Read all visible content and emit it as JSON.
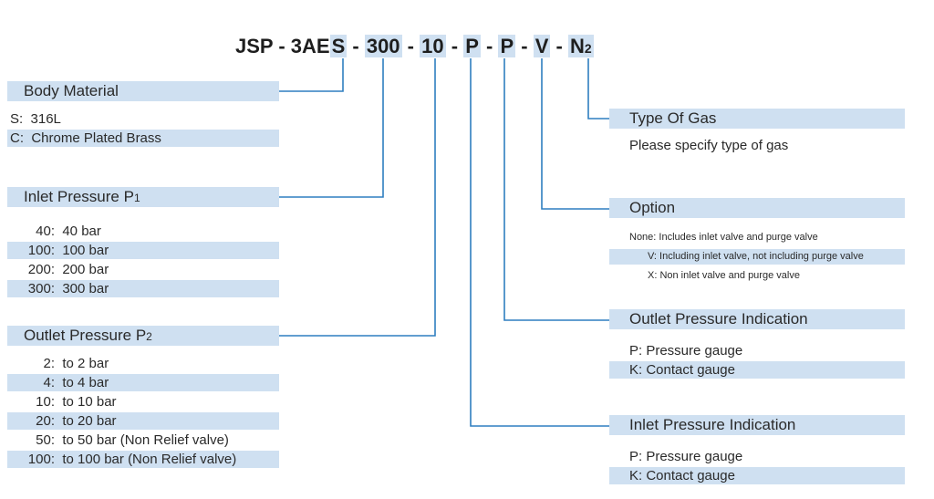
{
  "model_code": {
    "prefix": "JSP",
    "dash": "-",
    "segments": [
      "3AE",
      "S",
      "300",
      "10",
      "P",
      "P",
      "V",
      "N",
      "2"
    ]
  },
  "sections": {
    "body_material": {
      "title": "Body Material",
      "options": [
        {
          "key": "S:",
          "value": "316L"
        },
        {
          "key": "C:",
          "value": "Chrome Plated Brass"
        }
      ]
    },
    "inlet_pressure": {
      "title": "Inlet Pressure P",
      "title_sub": "1",
      "options": [
        {
          "key": "40:",
          "value": "40 bar"
        },
        {
          "key": "100:",
          "value": "100 bar"
        },
        {
          "key": "200:",
          "value": "200 bar"
        },
        {
          "key": "300:",
          "value": "300 bar"
        }
      ]
    },
    "outlet_pressure": {
      "title": "Outlet Pressure P",
      "title_sub": "2",
      "options": [
        {
          "key": "2:",
          "value": "to 2 bar"
        },
        {
          "key": "4:",
          "value": "to 4 bar"
        },
        {
          "key": "10:",
          "value": "to 10 bar"
        },
        {
          "key": "20:",
          "value": "to 20 bar"
        },
        {
          "key": "50:",
          "value": "to 50 bar (Non Relief valve)"
        },
        {
          "key": "100:",
          "value": "to 100 bar (Non Relief valve)"
        }
      ]
    },
    "type_of_gas": {
      "title": "Type Of Gas",
      "note": "Please specify type of gas"
    },
    "option": {
      "title": "Option",
      "options": [
        "None: Includes inlet valve and purge valve",
        "V: Including inlet valve, not including purge valve",
        "X: Non inlet valve and purge valve"
      ]
    },
    "outlet_indication": {
      "title": "Outlet Pressure Indication",
      "options": [
        "P: Pressure gauge",
        "K: Contact gauge"
      ]
    },
    "inlet_indication": {
      "title": "Inlet Pressure Indication",
      "options": [
        "P: Pressure gauge",
        "K: Contact gauge"
      ]
    }
  },
  "colors": {
    "highlight": "#cfe0f1",
    "connector": "#2f7fc0"
  }
}
